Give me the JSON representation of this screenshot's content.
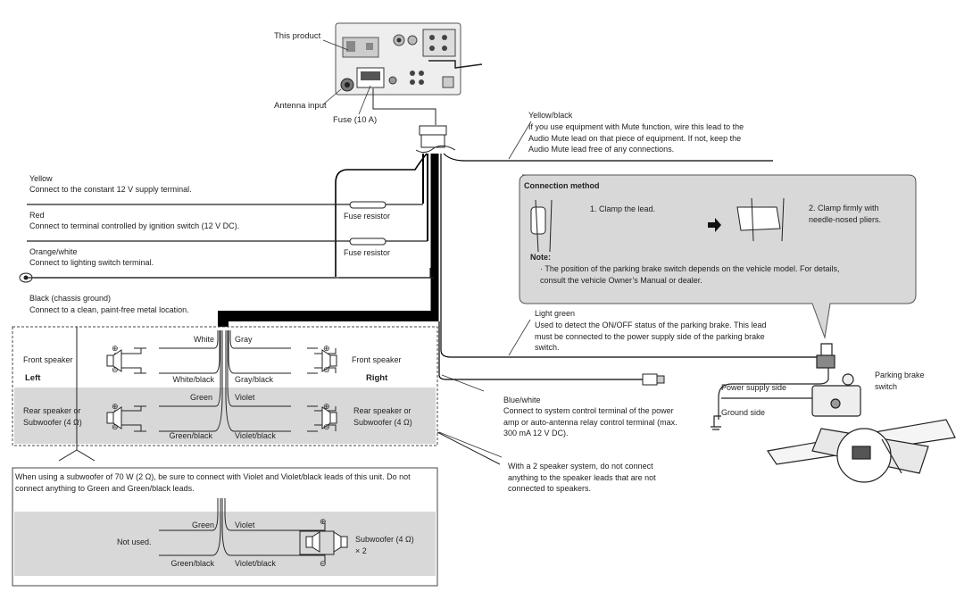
{
  "product": {
    "label": "This product",
    "antenna": "Antenna input",
    "fuse": "Fuse (10 A)"
  },
  "yellow_black": {
    "title": "Yellow/black",
    "desc": "If you use equipment with Mute function, wire this lead to the\nAudio Mute lead on that piece of equipment. If not, keep the\nAudio Mute lead free of any connections."
  },
  "leads": {
    "yellow": {
      "title": "Yellow",
      "desc": "Connect to the constant 12 V supply terminal."
    },
    "red": {
      "title": "Red",
      "desc": "Connect to terminal controlled by ignition switch (12 V DC)."
    },
    "orange": {
      "title": "Orange/white",
      "desc": "Connect to lighting switch terminal."
    },
    "black": {
      "title": "Black (chassis ground)",
      "desc": "Connect to a clean, paint-free metal location."
    },
    "fuse_resistor": "Fuse resistor"
  },
  "connection": {
    "title": "Connection method",
    "step1": "1.  Clamp the lead.",
    "step2": "2.  Clamp firmly with\n     needle-nosed pliers.",
    "note_title": "Note:",
    "note_text": "·  The position of the parking brake switch depends on the vehicle model. For details,\n    consult the vehicle Owner’s Manual or dealer."
  },
  "light_green": {
    "title": "Light green",
    "desc": "Used to detect the ON/OFF status of the parking brake. This lead\nmust be connected to the power supply side of the parking brake\nswitch."
  },
  "blue_white": {
    "title": "Blue/white",
    "desc": "Connect to system control terminal of the power\namp or auto-antenna relay control terminal (max.\n300 mA 12 V DC)."
  },
  "two_speaker": "With a 2 speaker system, do not connect\nanything to the speaker leads that are not\nconnected to speakers.",
  "parking": {
    "power_side": "Power supply side",
    "ground_side": "Ground side",
    "switch": "Parking brake\nswitch"
  },
  "speakers": {
    "front": "Front speaker",
    "left": "Left",
    "right": "Right",
    "rear": "Rear speaker or\nSubwoofer (4 Ω)",
    "white": "White",
    "white_black": "White/black",
    "gray": "Gray",
    "gray_black": "Gray/black",
    "green": "Green",
    "green_black": "Green/black",
    "violet": "Violet",
    "violet_black": "Violet/black",
    "plus": "⊕",
    "minus": "⊖"
  },
  "subwoofer": {
    "note": "When using a subwoofer of 70 W (2 Ω), be sure to connect with Violet and Violet/black leads of this unit. Do not\nconnect anything to Green and Green/black leads.",
    "green": "Green",
    "green_black": "Green/black",
    "violet": "Violet",
    "violet_black": "Violet/black",
    "not_used": "Not used.",
    "label": "Subwoofer (4 Ω)\n× 2"
  }
}
